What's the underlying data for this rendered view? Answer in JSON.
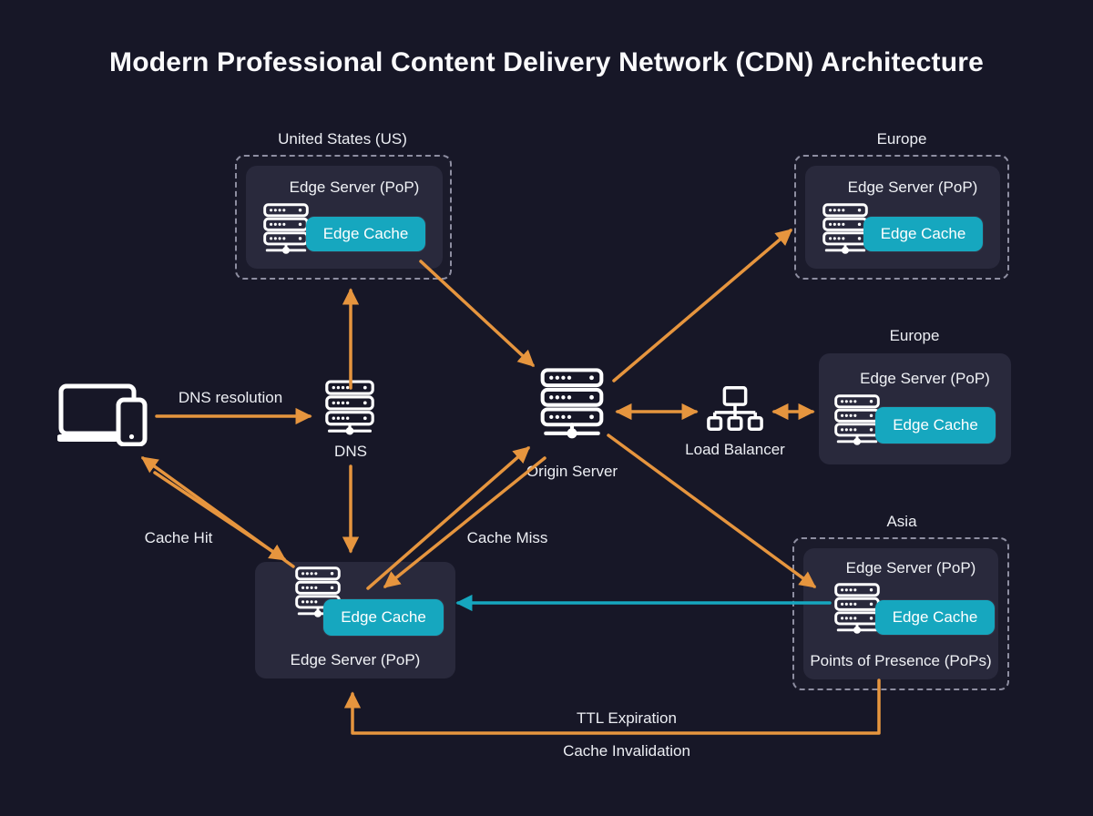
{
  "title": "Modern Professional Content Delivery Network (CDN) Architecture",
  "groups": {
    "us": {
      "region": "United States (US)",
      "server": "Edge Server (PoP)",
      "cache": "Edge Cache"
    },
    "europe_top": {
      "region": "Europe",
      "server": "Edge Server (PoP)",
      "cache": "Edge Cache"
    },
    "europe_mid": {
      "region": "Europe",
      "server": "Edge Server (PoP)",
      "cache": "Edge Cache"
    },
    "asia": {
      "region": "Asia",
      "server": "Edge Server (PoP)",
      "cache": "Edge Cache",
      "footer": "Points of Presence (PoPs)"
    },
    "edge_main": {
      "server": "Edge Server (PoP)",
      "cache": "Edge Cache"
    }
  },
  "nodes": {
    "dns": "DNS",
    "origin": "Origin Server",
    "load_balancer": "Load Balancer"
  },
  "flows": {
    "dns_resolution": "DNS resolution",
    "cache_hit": "Cache Hit",
    "cache_miss": "Cache Miss",
    "ttl_expiration": "TTL Expiration",
    "cache_invalidation": "Cache Invalidation"
  },
  "colors": {
    "background": "#171727",
    "panel": "#29293c",
    "dashed_border": "#8e8ea1",
    "cache_teal": "#16a7bf",
    "arrow_orange": "#e6953e",
    "arrow_teal": "#16a7bf",
    "icon_white": "#ffffff"
  }
}
